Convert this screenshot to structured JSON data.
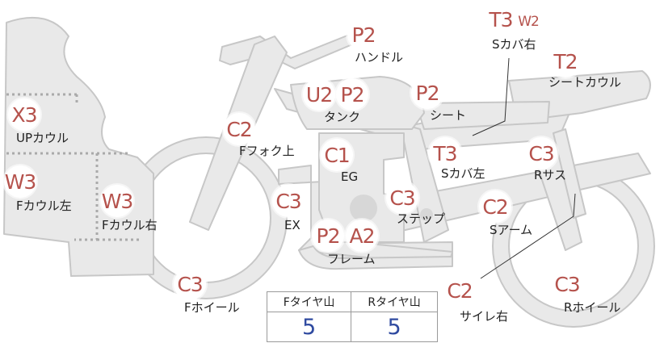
{
  "colors": {
    "bike_fill": "#e9e9e9",
    "bike_stroke": "#c7c7c7",
    "grade": "#b5524c",
    "tread_value": "#2f4aa0",
    "dotted_line": "#aaaaaa"
  },
  "parts": {
    "handle": {
      "grade": "P2",
      "label": "ハンドル"
    },
    "s_cover_r": {
      "grade": "T3",
      "grade2": "W2",
      "label": "Sカバ右"
    },
    "seat_cowl": {
      "grade": "T2",
      "label": "シートカウル"
    },
    "tank": {
      "grade": "U2",
      "grade2": "P2",
      "label": "タンク"
    },
    "seat": {
      "grade": "P2",
      "label": "シート"
    },
    "up_cowl": {
      "grade": "X3",
      "label": "UPカウル"
    },
    "f_fork_top": {
      "grade": "C2",
      "label": "Fフォク上"
    },
    "engine": {
      "grade": "C1",
      "label": "EG"
    },
    "s_cover_l": {
      "grade": "T3",
      "label": "Sカバ左"
    },
    "r_sus": {
      "grade": "C3",
      "label": "Rサス"
    },
    "f_cowl_l": {
      "grade": "W3",
      "label": "Fカウル左"
    },
    "f_cowl_r": {
      "grade": "W3",
      "label": "Fカウル右"
    },
    "exhaust": {
      "grade": "C3",
      "label": "EX"
    },
    "step": {
      "grade": "C3",
      "label": "ステップ"
    },
    "s_arm": {
      "grade": "C2",
      "label": "Sアーム"
    },
    "frame": {
      "grade": "P2",
      "grade2": "A2",
      "label": "フレーム"
    },
    "f_wheel": {
      "grade": "C3",
      "label": "Fホイール"
    },
    "side_stand_r": {
      "grade": "C2",
      "label": "サイレ右"
    },
    "r_wheel": {
      "grade": "C3",
      "label": "Rホイール"
    }
  },
  "tire_tread": {
    "front_header": "Fタイヤ山",
    "rear_header": "Rタイヤ山",
    "front_value": "5",
    "rear_value": "5"
  }
}
